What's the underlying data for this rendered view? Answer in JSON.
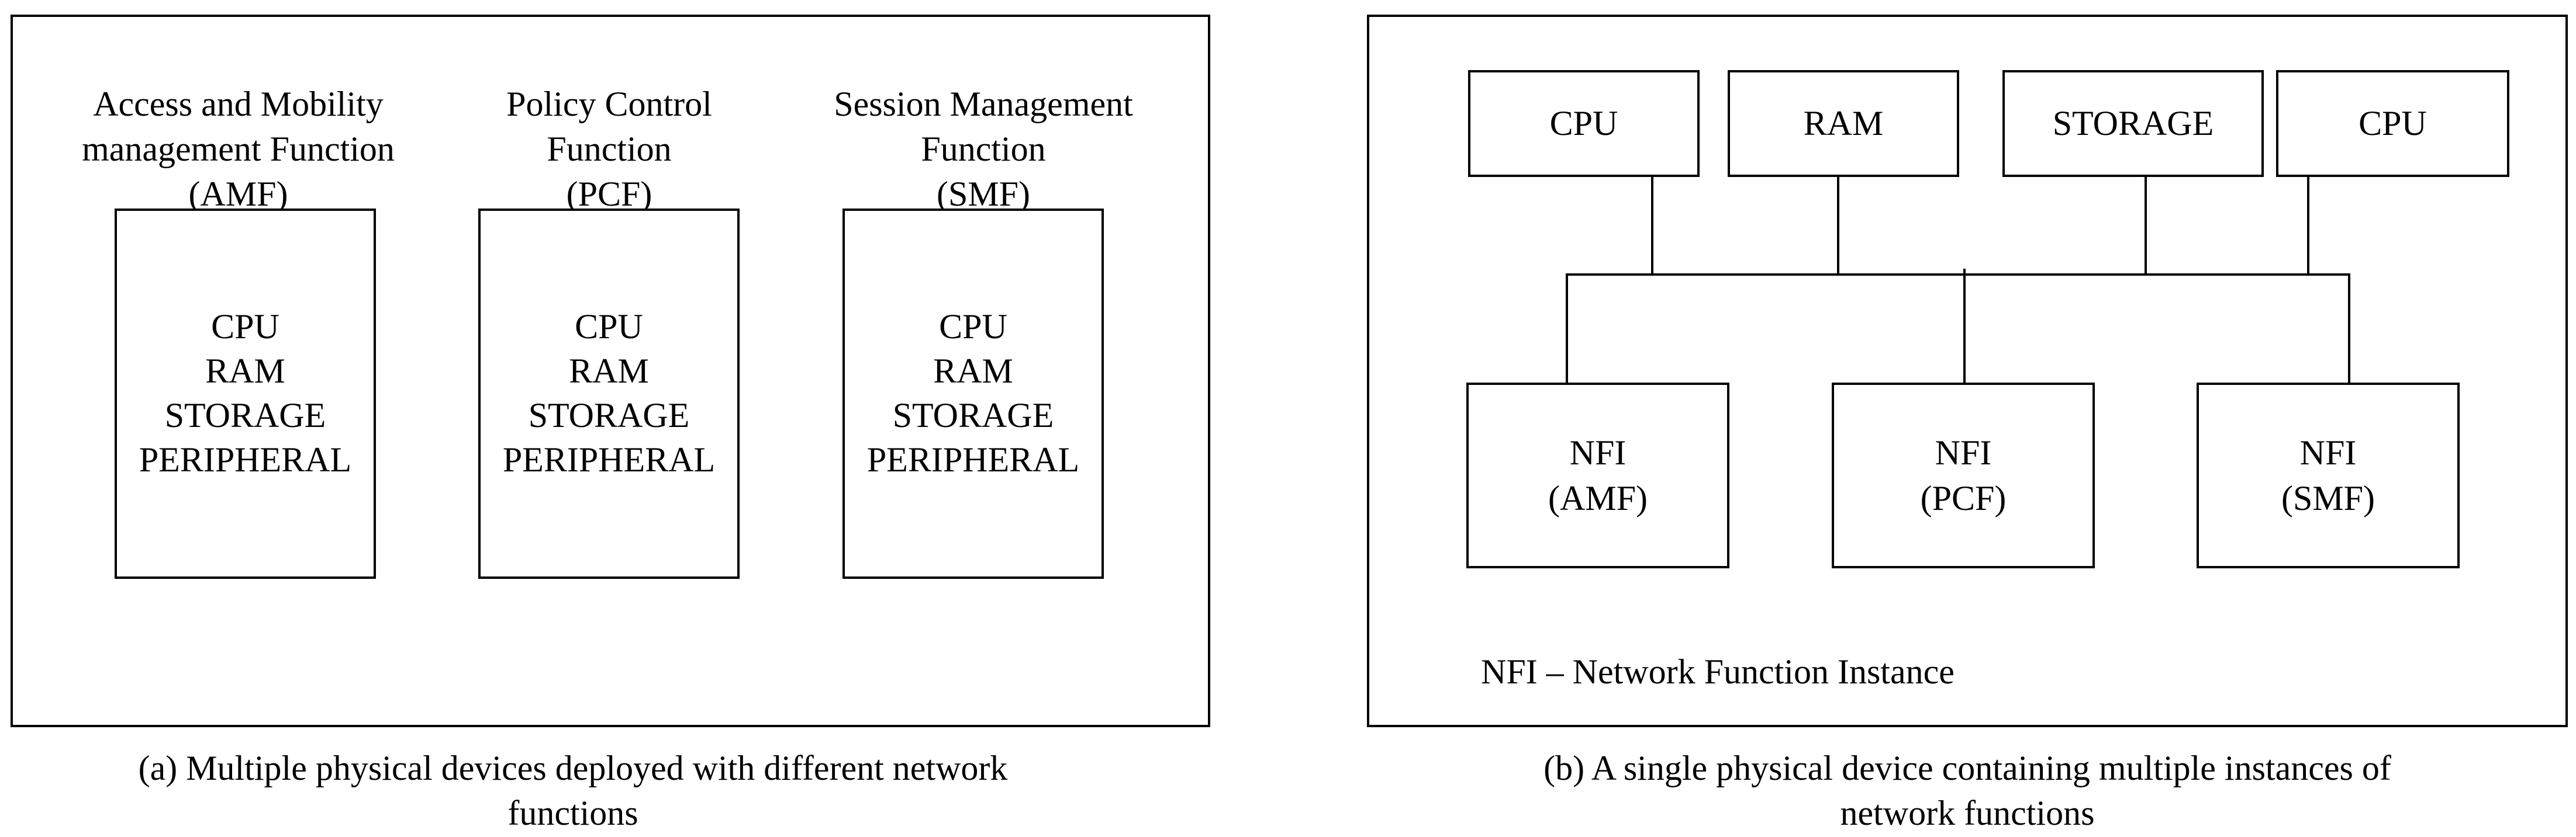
{
  "panel_a": {
    "devices": [
      {
        "title_lines": [
          "Access and Mobility",
          "management Function",
          "(AMF)"
        ],
        "specs": [
          "CPU",
          "RAM",
          "STORAGE",
          "PERIPHERAL"
        ]
      },
      {
        "title_lines": [
          "Policy Control",
          "Function",
          "(PCF)"
        ],
        "specs": [
          "CPU",
          "RAM",
          "STORAGE",
          "PERIPHERAL"
        ]
      },
      {
        "title_lines": [
          "Session Management",
          "Function",
          "(SMF)"
        ],
        "specs": [
          "CPU",
          "RAM",
          "STORAGE",
          "PERIPHERAL"
        ]
      }
    ],
    "caption_lines": [
      "(a) Multiple physical devices deployed with different network",
      "functions"
    ]
  },
  "panel_b": {
    "resources": [
      "CPU",
      "RAM",
      "STORAGE",
      "CPU"
    ],
    "instances": [
      {
        "lines": [
          "NFI",
          "(AMF)"
        ]
      },
      {
        "lines": [
          "NFI",
          "(PCF)"
        ]
      },
      {
        "lines": [
          "NFI",
          "(SMF)"
        ]
      }
    ],
    "legend": "NFI – Network Function Instance",
    "caption_lines": [
      "(b) A single physical device containing multiple instances of",
      "network functions"
    ]
  }
}
